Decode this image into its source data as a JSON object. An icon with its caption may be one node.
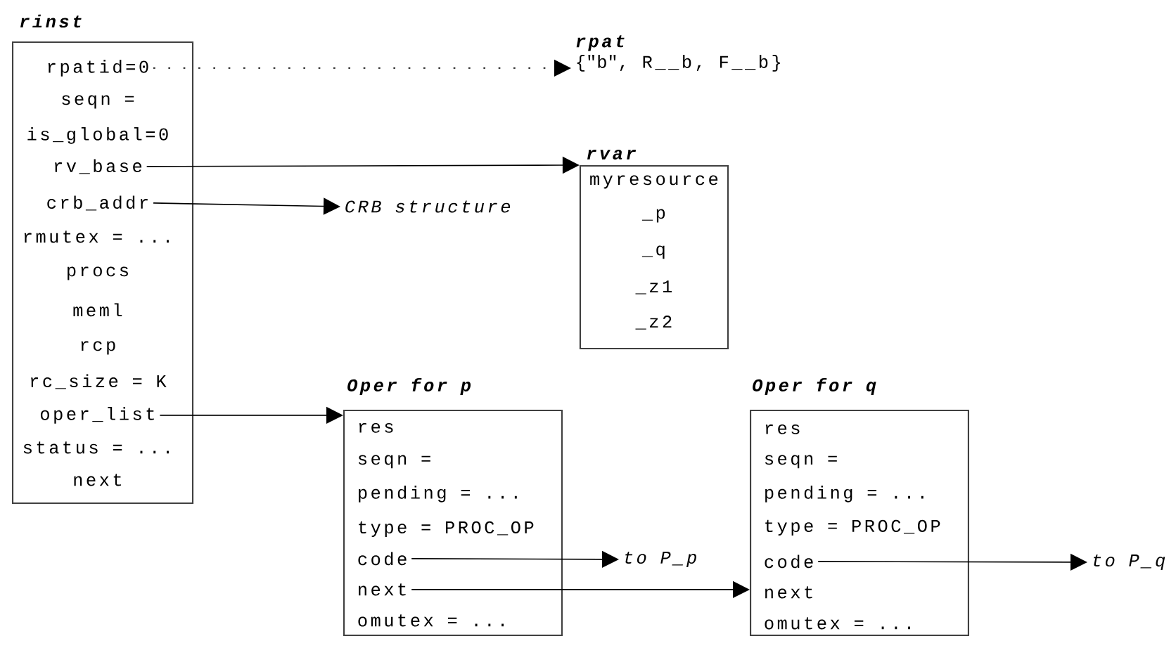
{
  "diagram": {
    "nodes": [
      {
        "text": [
          "rinst"
        ]
      },
      {
        "text": [
          "rpatid=0"
        ],
        "in": 0
      },
      {
        "text": [
          "seqn ="
        ],
        "in": 0
      },
      {
        "text": [
          "is_global=0"
        ],
        "in": 0
      },
      {
        "text": [
          "rv_base"
        ],
        "in": 0
      },
      {
        "text": [
          "crb_addr"
        ],
        "in": 0
      },
      {
        "text": [
          "rmutex = ..."
        ],
        "in": 0
      },
      {
        "text": [
          "procs"
        ],
        "in": 0
      },
      {
        "text": [
          "meml"
        ],
        "in": 0
      },
      {
        "text": [
          "rcp"
        ],
        "in": 0
      },
      {
        "text": [
          "rc_size = K"
        ],
        "in": 0
      },
      {
        "text": [
          "oper_list"
        ],
        "in": 0
      },
      {
        "text": [
          "status = ..."
        ],
        "in": 0
      },
      {
        "text": [
          "next"
        ],
        "in": 0
      },
      {
        "text": [
          "rpat",
          "{\"b\", R__b, F__b}"
        ]
      },
      {
        "text": [
          "rvar"
        ]
      },
      {
        "text": [
          "myresource"
        ],
        "in": 15
      },
      {
        "text": [
          "_p"
        ],
        "in": 15
      },
      {
        "text": [
          "_q"
        ],
        "in": 15
      },
      {
        "text": [
          "_z1"
        ],
        "in": 15
      },
      {
        "text": [
          "_z2"
        ],
        "in": 15
      },
      {
        "text": [
          "CRB structure"
        ]
      },
      {
        "text": [
          "Oper for p"
        ]
      },
      {
        "text": [
          "res"
        ],
        "in": 22
      },
      {
        "text": [
          "seqn ="
        ],
        "in": 22
      },
      {
        "text": [
          "pending = ..."
        ],
        "in": 22
      },
      {
        "text": [
          "type = PROC_OP"
        ],
        "in": 22
      },
      {
        "text": [
          "code"
        ],
        "in": 22
      },
      {
        "text": [
          "next"
        ],
        "in": 22
      },
      {
        "text": [
          "omutex = ..."
        ],
        "in": 22
      },
      {
        "text": [
          "to P_p"
        ]
      },
      {
        "text": [
          "Oper for q"
        ]
      },
      {
        "text": [
          "res"
        ],
        "in": 31
      },
      {
        "text": [
          "seqn ="
        ],
        "in": 31
      },
      {
        "text": [
          "pending = ..."
        ],
        "in": 31
      },
      {
        "text": [
          "type = PROC_OP"
        ],
        "in": 31
      },
      {
        "text": [
          "code"
        ],
        "in": 31
      },
      {
        "text": [
          "next"
        ],
        "in": 31
      },
      {
        "text": [
          "omutex = ..."
        ],
        "in": 31
      },
      {
        "text": [
          "to P_q"
        ]
      }
    ],
    "edges": [
      {
        "from": 1,
        "to": 14,
        "arrow": "to",
        "style": "dashed"
      },
      {
        "from": 4,
        "to": 15,
        "arrow": "to"
      },
      {
        "from": 5,
        "to": 21,
        "arrow": "to"
      },
      {
        "from": 11,
        "to": 22,
        "arrow": "to"
      },
      {
        "from": 27,
        "to": 30,
        "arrow": "to"
      },
      {
        "from": 28,
        "to": 31,
        "arrow": "to"
      },
      {
        "from": 36,
        "to": 39,
        "arrow": "to"
      }
    ]
  }
}
